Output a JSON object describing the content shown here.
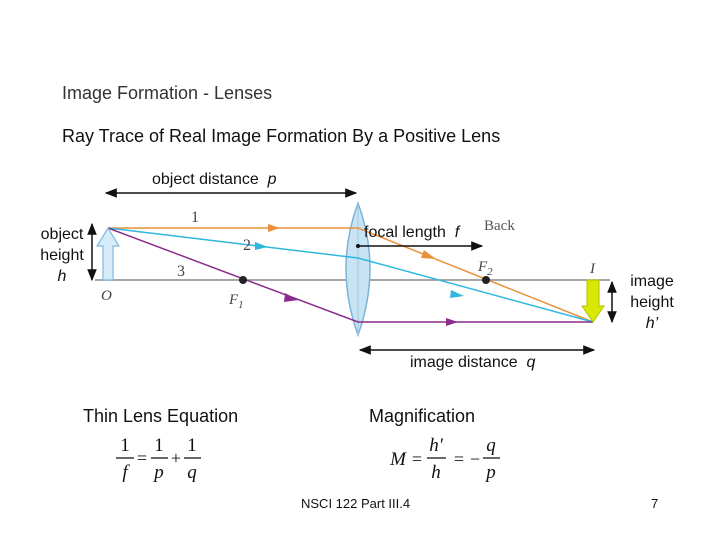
{
  "slide": {
    "title": "Image Formation - Lenses",
    "subtitle": "Ray Trace of Real Image Formation By a Positive Lens",
    "footer": "NSCI 122 Part III.4",
    "page_number": "7"
  },
  "diagram": {
    "object_distance_label": "object distance",
    "object_distance_symbol": "p",
    "object_height_lines": [
      "object",
      "height",
      "h"
    ],
    "focal_length_label": "focal length",
    "focal_length_symbol": "f",
    "back_label": "Back",
    "image_distance_label": "image distance",
    "image_distance_symbol": "q",
    "image_height_lines": [
      "image",
      "height",
      "h’"
    ],
    "ray_labels": [
      "1",
      "2",
      "3"
    ],
    "object_point_label": "O",
    "image_point_label": "I",
    "focal_point_1": "F",
    "focal_point_1_sub": "1",
    "focal_point_2": "F",
    "focal_point_2_sub": "2",
    "colors": {
      "ray1": "#e8913a",
      "ray2": "#2fb7e0",
      "ray3": "#8b2d8c",
      "object_arrow": "#a8d4ee",
      "image_arrow": "#d8e800",
      "lens": "#c8e4f4",
      "axis": "#888888"
    }
  },
  "equations": {
    "thin_lens_title": "Thin Lens Equation",
    "magnification_title": "Magnification",
    "thin_lens": {
      "l1_num": "1",
      "l1_den": "f",
      "r1_num": "1",
      "r1_den": "p",
      "plus": "+",
      "r2_num": "1",
      "r2_den": "q",
      "equals": "="
    },
    "magnification": {
      "lhs": "M",
      "equals": "=",
      "f1_num": "h'",
      "f1_den": "h",
      "equals2": "=",
      "minus": "−",
      "f2_num": "q",
      "f2_den": "p"
    }
  }
}
